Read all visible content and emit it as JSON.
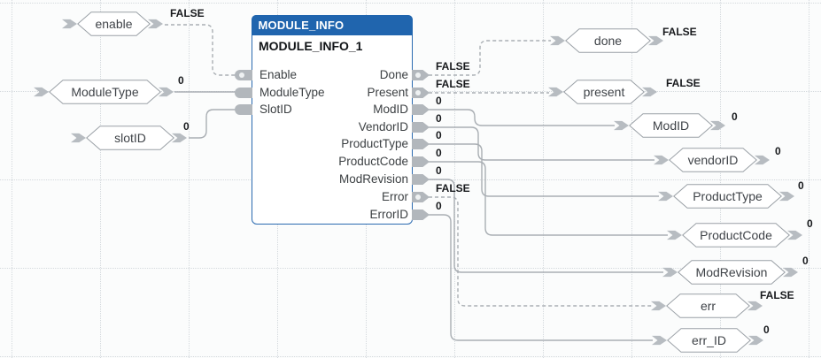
{
  "diagram": {
    "block": {
      "type_name": "MODULE_INFO",
      "instance_name": "MODULE_INFO_1",
      "inputs": [
        {
          "name": "Enable",
          "bool": true
        },
        {
          "name": "ModuleType",
          "bool": false
        },
        {
          "name": "SlotID",
          "bool": false
        }
      ],
      "outputs": [
        {
          "name": "Done",
          "value": "FALSE",
          "bool": true
        },
        {
          "name": "Present",
          "value": "FALSE",
          "bool": true
        },
        {
          "name": "ModID",
          "value": "0",
          "bool": false
        },
        {
          "name": "VendorID",
          "value": "0",
          "bool": false
        },
        {
          "name": "ProductType",
          "value": "0",
          "bool": false
        },
        {
          "name": "ProductCode",
          "value": "0",
          "bool": false
        },
        {
          "name": "ModRevision",
          "value": "0",
          "bool": false
        },
        {
          "name": "Error",
          "value": "FALSE",
          "bool": true
        },
        {
          "name": "ErrorID",
          "value": "0",
          "bool": false
        }
      ]
    },
    "input_tags": [
      {
        "id": "enable",
        "label": "enable",
        "value": "FALSE",
        "bool": true,
        "target": "Enable"
      },
      {
        "id": "moduletype",
        "label": "ModuleType",
        "value": "0",
        "bool": false,
        "target": "ModuleType"
      },
      {
        "id": "slotid",
        "label": "slotID",
        "value": "0",
        "bool": false,
        "target": "SlotID"
      }
    ],
    "output_tags": [
      {
        "id": "done",
        "label": "done",
        "value": "FALSE",
        "bool": true,
        "source": "Done"
      },
      {
        "id": "present",
        "label": "present",
        "value": "FALSE",
        "bool": true,
        "source": "Present"
      },
      {
        "id": "modid",
        "label": "ModID",
        "value": "0",
        "bool": false,
        "source": "ModID"
      },
      {
        "id": "vendorid",
        "label": "vendorID",
        "value": "0",
        "bool": false,
        "source": "VendorID"
      },
      {
        "id": "producttype",
        "label": "ProductType",
        "value": "0",
        "bool": false,
        "source": "ProductType"
      },
      {
        "id": "productcode",
        "label": "ProductCode",
        "value": "0",
        "bool": false,
        "source": "ProductCode"
      },
      {
        "id": "modrevision",
        "label": "ModRevision",
        "value": "0",
        "bool": false,
        "source": "ModRevision"
      },
      {
        "id": "err",
        "label": "err",
        "value": "FALSE",
        "bool": true,
        "source": "Error"
      },
      {
        "id": "err_id",
        "label": "err_ID",
        "value": "0",
        "bool": false,
        "source": "ErrorID"
      }
    ]
  },
  "colors": {
    "block_header": "#2065ae",
    "block_border": "#2a6ab0",
    "wire": "#a9aeb3",
    "pin_fill": "#b2b7bc",
    "tag_border": "#9aa0a6",
    "grid_line": "#d4d9dd",
    "value_text": "#17191c",
    "label_text": "#3c4043"
  }
}
